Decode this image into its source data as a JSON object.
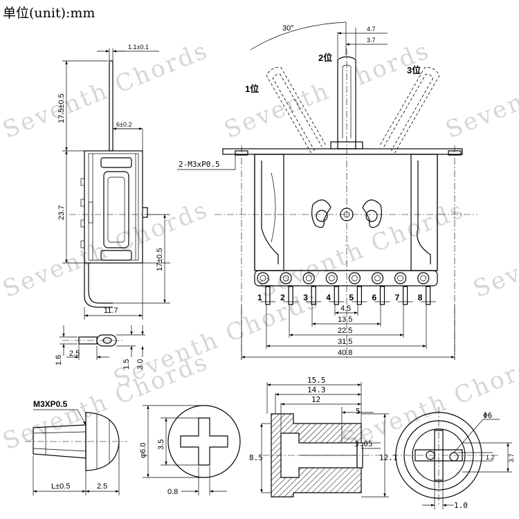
{
  "units_label": "单位(unit):mm",
  "watermark": "Seventh Chords",
  "side_view": {
    "dims": [
      "1.1±0.1",
      "17.5±0.5",
      "6±0.2",
      "23.7",
      "17±0.5",
      "11.7"
    ]
  },
  "front_view": {
    "angle": "30°",
    "dims": [
      "4.7",
      "3.7",
      "2-M3xP0.5",
      "4.5",
      "13.5",
      "22.5",
      "31.5",
      "40.8"
    ],
    "positions": [
      "1位",
      "2位",
      "3位"
    ],
    "terminals": [
      "1",
      "2",
      "3",
      "4",
      "5",
      "6",
      "7",
      "8"
    ]
  },
  "terminal_detail": {
    "dims": [
      "2.5",
      "1.6",
      "1.5",
      "3.0"
    ]
  },
  "screw_view": {
    "thread_label": "M3XP0.5",
    "dims": [
      "L±0.5",
      "2.5"
    ]
  },
  "screw_head_view": {
    "dims": [
      "φ6.0",
      "3.5",
      "0.8"
    ]
  },
  "knob_section": {
    "dims": [
      "15.5",
      "14.3",
      "12",
      "5",
      "3.05",
      "8.5",
      "12.1"
    ]
  },
  "knob_end_view": {
    "dims": [
      "Φ6",
      "1.2",
      "3.7",
      "1.0"
    ]
  }
}
